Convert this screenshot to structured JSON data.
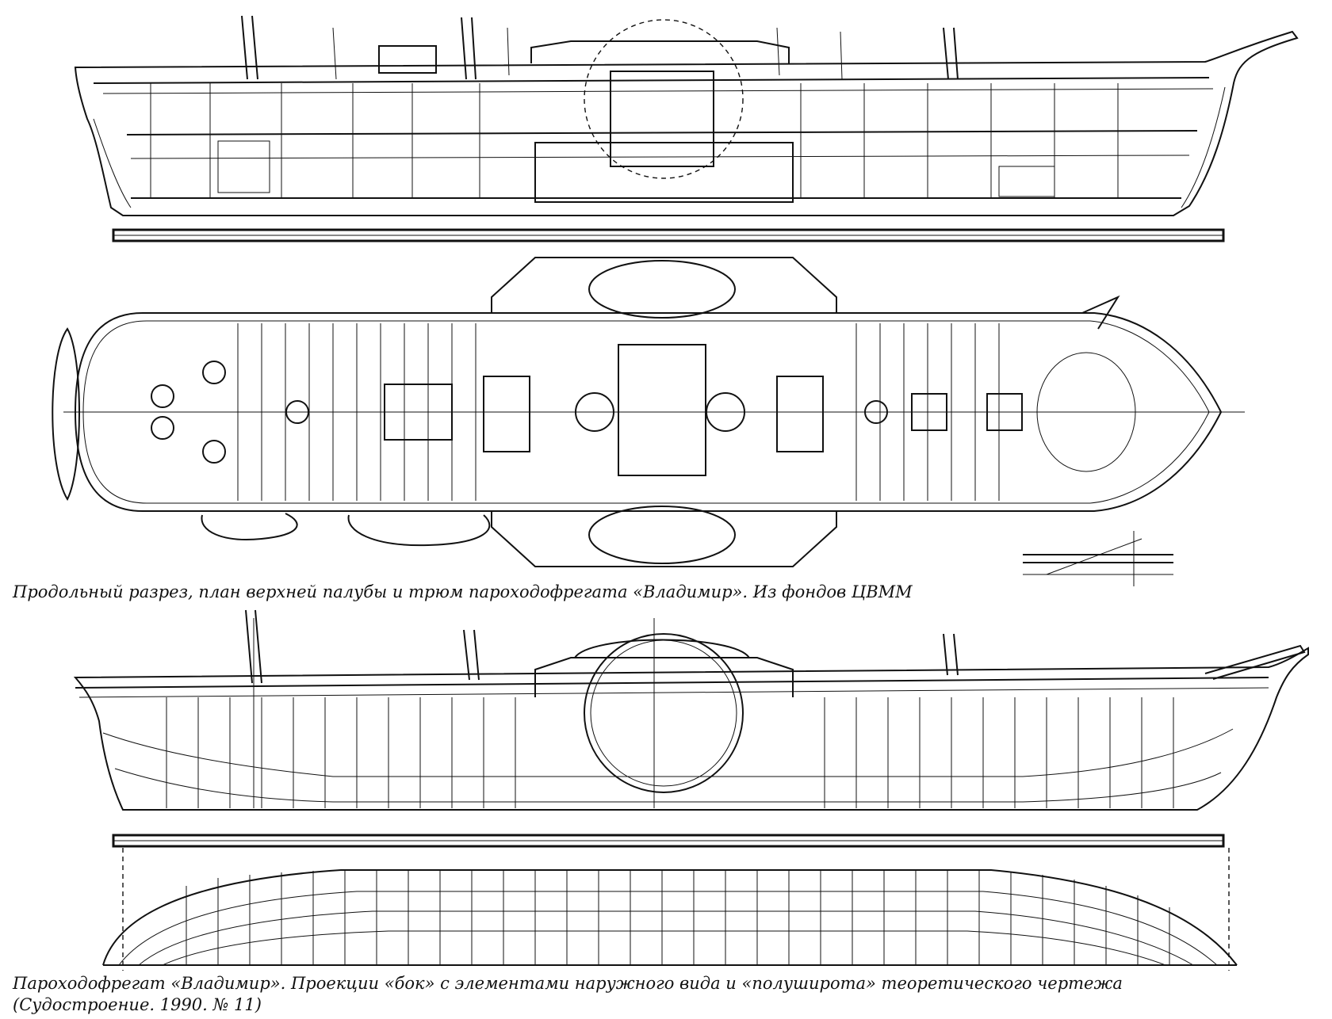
{
  "captions": {
    "top": "Продольный разрез, план верхней палубы и трюм пароходофрегата «Владимир». Из фондов ЦВММ",
    "bottom_line1": "Пароходофрегат «Владимир». Проекции «бок» с элементами наружного вида и «полуширота» теоретического чертежа",
    "bottom_line2": "(Судостроение. 1990. № 11)"
  },
  "line_color": "#111111",
  "background_color": "#ffffff"
}
